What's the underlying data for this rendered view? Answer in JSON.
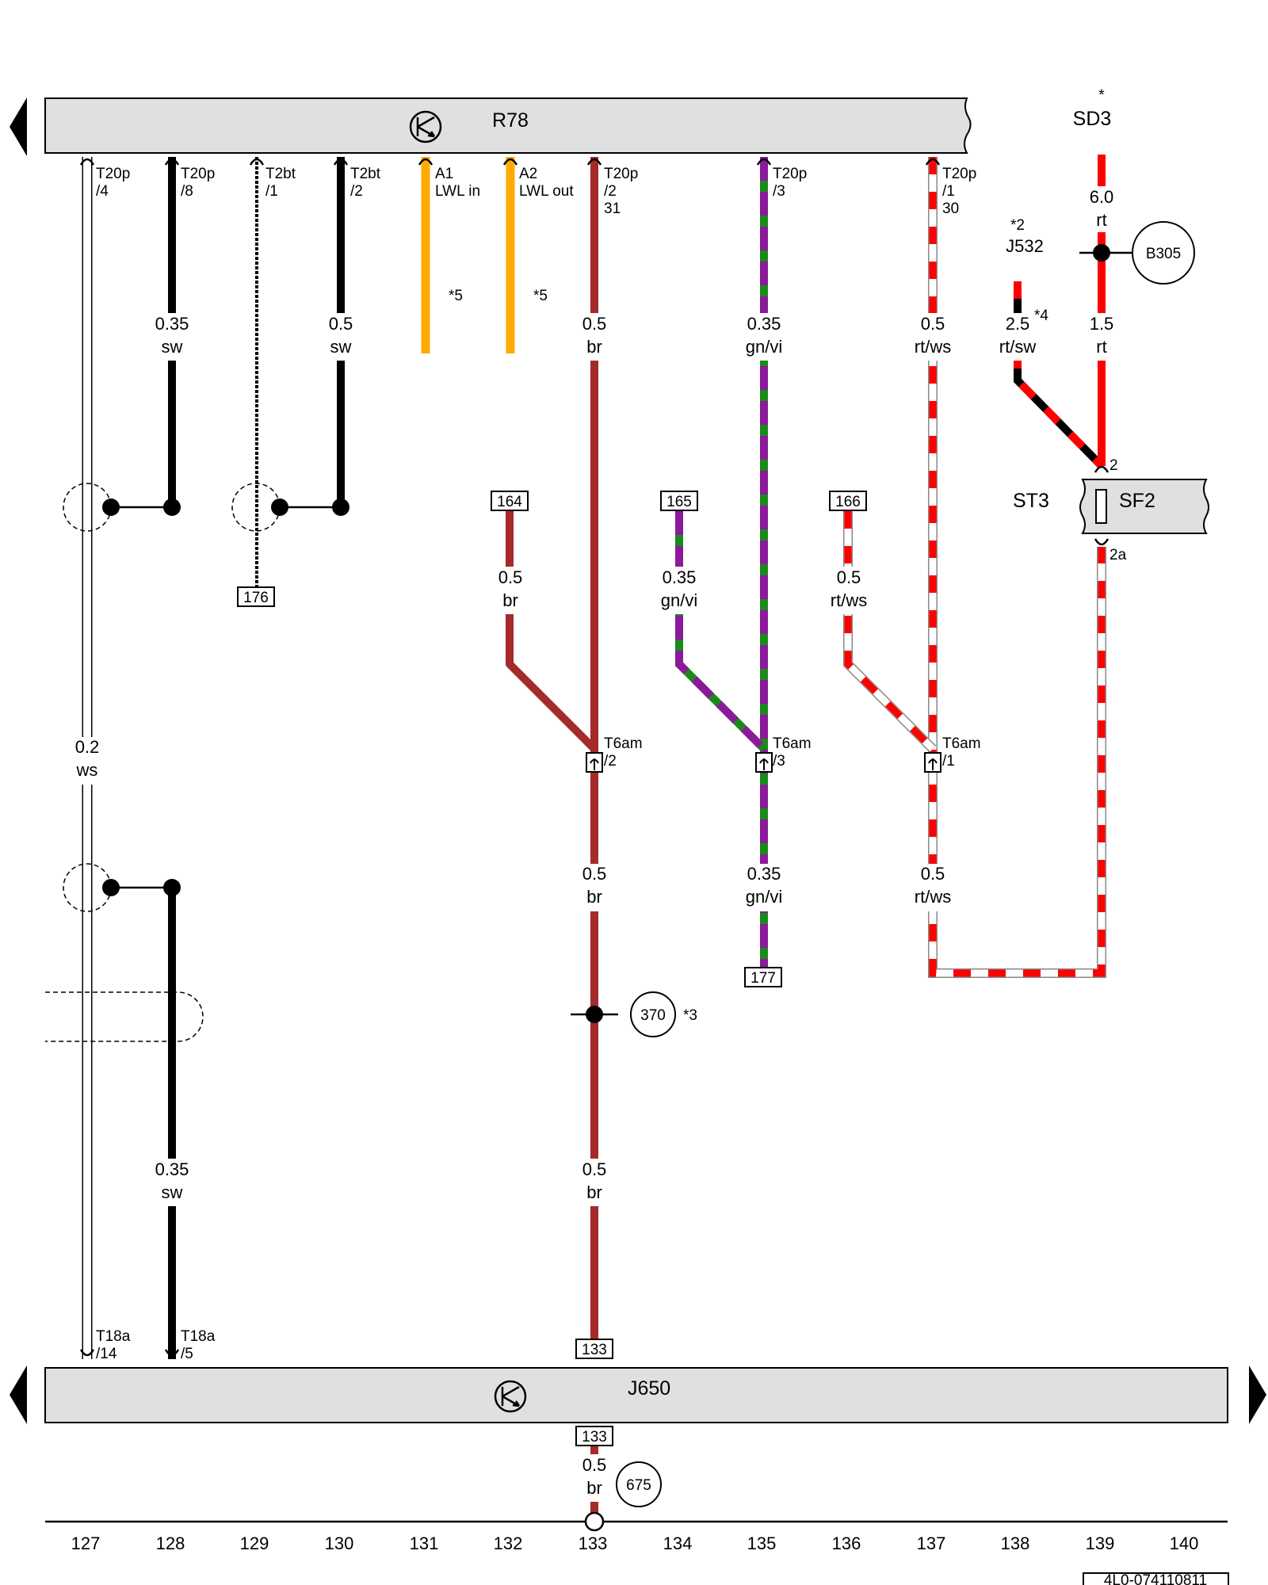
{
  "components": {
    "top_bar": {
      "label": "R78"
    },
    "bottom_bar": {
      "label": "J650"
    },
    "sd3": {
      "label": "SD3",
      "note": "*"
    },
    "j532": {
      "label": "J532",
      "note": "*2"
    },
    "st3": {
      "label": "ST3"
    },
    "sf2": {
      "label": "SF2"
    },
    "b305": {
      "label": "B305"
    },
    "n370": {
      "label": "370",
      "note": "*3"
    },
    "n675": {
      "label": "675"
    }
  },
  "top_connectors": [
    {
      "pin": "T20p",
      "sub": "/4",
      "sub2": ""
    },
    {
      "pin": "T20p",
      "sub": "/8",
      "sub2": ""
    },
    {
      "pin": "T2bt",
      "sub": "/1",
      "sub2": ""
    },
    {
      "pin": "T2bt",
      "sub": "/2",
      "sub2": ""
    },
    {
      "pin": "A1",
      "sub": "LWL in",
      "sub2": ""
    },
    {
      "pin": "A2",
      "sub": "LWL out",
      "sub2": ""
    },
    {
      "pin": "T20p",
      "sub": "/2",
      "sub2": "31"
    },
    {
      "pin": "T20p",
      "sub": "/3",
      "sub2": ""
    },
    {
      "pin": "T20p",
      "sub": "/1",
      "sub2": "30"
    }
  ],
  "notes": {
    "star5": "*5",
    "star4": "*4"
  },
  "wire_labels": {
    "w128a": {
      "size": "0.35",
      "color": "sw"
    },
    "w130": {
      "size": "0.5",
      "color": "sw"
    },
    "w133a": {
      "size": "0.5",
      "color": "br"
    },
    "w135a": {
      "size": "0.35",
      "color": "gn/vi"
    },
    "w137a": {
      "size": "0.5",
      "color": "rt/ws"
    },
    "w138": {
      "size": "2.5",
      "color": "rt/sw"
    },
    "w139a": {
      "size": "1.5",
      "color": "rt"
    },
    "w139top": {
      "size": "6.0",
      "color": "rt"
    },
    "w127": {
      "size": "0.2",
      "color": "ws"
    },
    "w164": {
      "size": "0.5",
      "color": "br"
    },
    "w165": {
      "size": "0.35",
      "color": "gn/vi"
    },
    "w166": {
      "size": "0.5",
      "color": "rt/ws"
    },
    "w133b": {
      "size": "0.5",
      "color": "br"
    },
    "w135b": {
      "size": "0.35",
      "color": "gn/vi"
    },
    "w137b": {
      "size": "0.5",
      "color": "rt/ws"
    },
    "w133c": {
      "size": "0.5",
      "color": "br"
    },
    "w128b": {
      "size": "0.35",
      "color": "sw"
    },
    "w133d": {
      "size": "0.5",
      "color": "br"
    }
  },
  "refs": {
    "r164": "164",
    "r165": "165",
    "r166": "166",
    "r176": "176",
    "r177": "177",
    "r133a": "133",
    "r133b": "133"
  },
  "t6am": [
    {
      "pin": "T6am",
      "sub": "/2"
    },
    {
      "pin": "T6am",
      "sub": "/3"
    },
    {
      "pin": "T6am",
      "sub": "/1"
    }
  ],
  "sf2_pins": {
    "top": "2",
    "bottom": "2a"
  },
  "bottom_connectors": [
    {
      "pin": "T18a",
      "sub": "/14"
    },
    {
      "pin": "T18a",
      "sub": "/5"
    }
  ],
  "ruler": [
    "127",
    "128",
    "129",
    "130",
    "131",
    "132",
    "133",
    "134",
    "135",
    "136",
    "137",
    "138",
    "139",
    "140"
  ],
  "doc_id": "4L0-074110811",
  "colors": {
    "ws": "#ffffff",
    "sw": "#000000",
    "br": "#a52a2a",
    "gn": "#1a8a1a",
    "vi": "#8a1a9a",
    "rt": "#ff0000",
    "or": "#ffaa00"
  }
}
